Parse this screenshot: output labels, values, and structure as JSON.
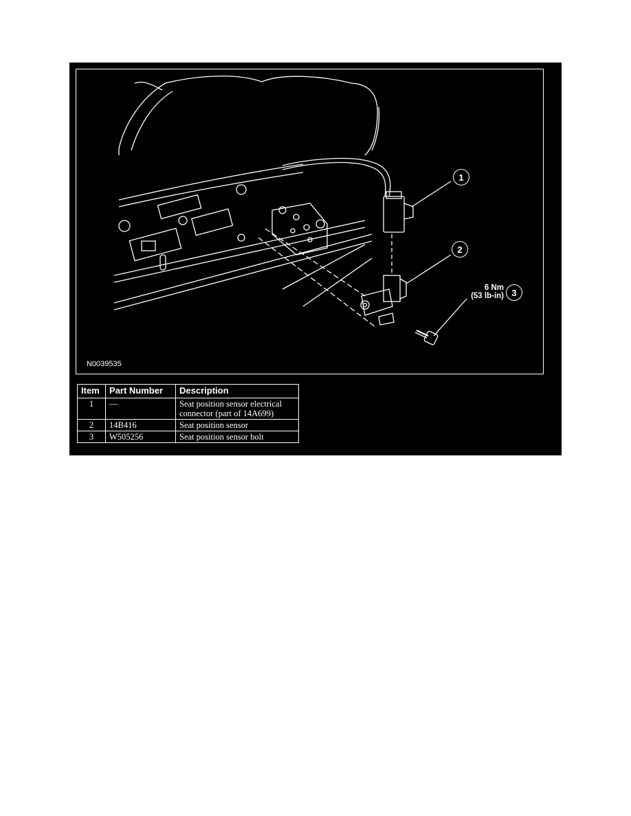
{
  "figure": {
    "id_label": "N0039535",
    "callouts": [
      {
        "number": "1"
      },
      {
        "number": "2"
      },
      {
        "number": "3"
      }
    ],
    "torque": {
      "primary": "6 Nm",
      "secondary": "(53 lb-in)"
    }
  },
  "parts_table": {
    "headers": [
      "Item",
      "Part Number",
      "Description"
    ],
    "rows": [
      {
        "item": "1",
        "part_number": "—",
        "description": "Seat position sensor electrical connector (part of 14A699)"
      },
      {
        "item": "2",
        "part_number": "14B416",
        "description": "Seat position sensor"
      },
      {
        "item": "3",
        "part_number": "W505256",
        "description": "Seat position sensor bolt"
      }
    ]
  },
  "colors": {
    "background": "#000000",
    "line_art": "#ffffff",
    "page": "#ffffff"
  }
}
